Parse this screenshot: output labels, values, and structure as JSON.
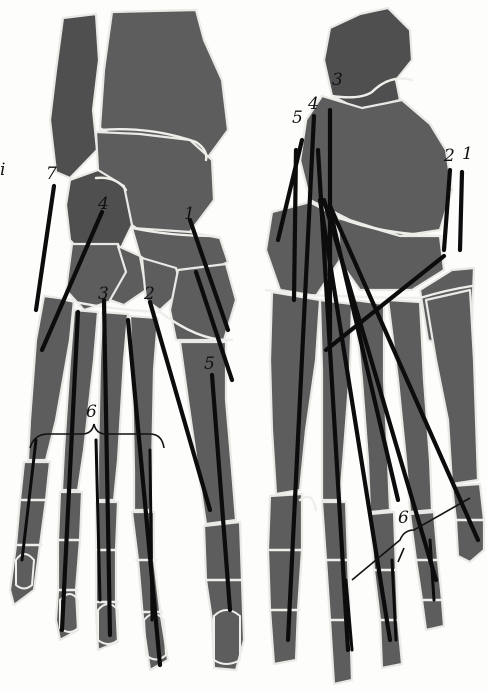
{
  "figure": {
    "side_letter": "i",
    "left_foot": {
      "labels": {
        "tendon_7": "7",
        "tendon_4": "4",
        "tendon_1": "1",
        "tendon_3": "3",
        "tendon_2": "2",
        "tendon_5": "5",
        "tendons_6": "6"
      }
    },
    "right_foot": {
      "labels": {
        "tendon_3": "3",
        "tendon_4": "4",
        "tendon_5": "5",
        "tendon_2": "2",
        "tendon_1": "1",
        "tendons_6": "6"
      }
    }
  },
  "colors": {
    "background": "#fdfdfb",
    "bone": "#5d5d5d",
    "bone_dark": "#4a4a4a",
    "joint_line": "#e9e9e6",
    "tendon": "#0c0c0c"
  }
}
